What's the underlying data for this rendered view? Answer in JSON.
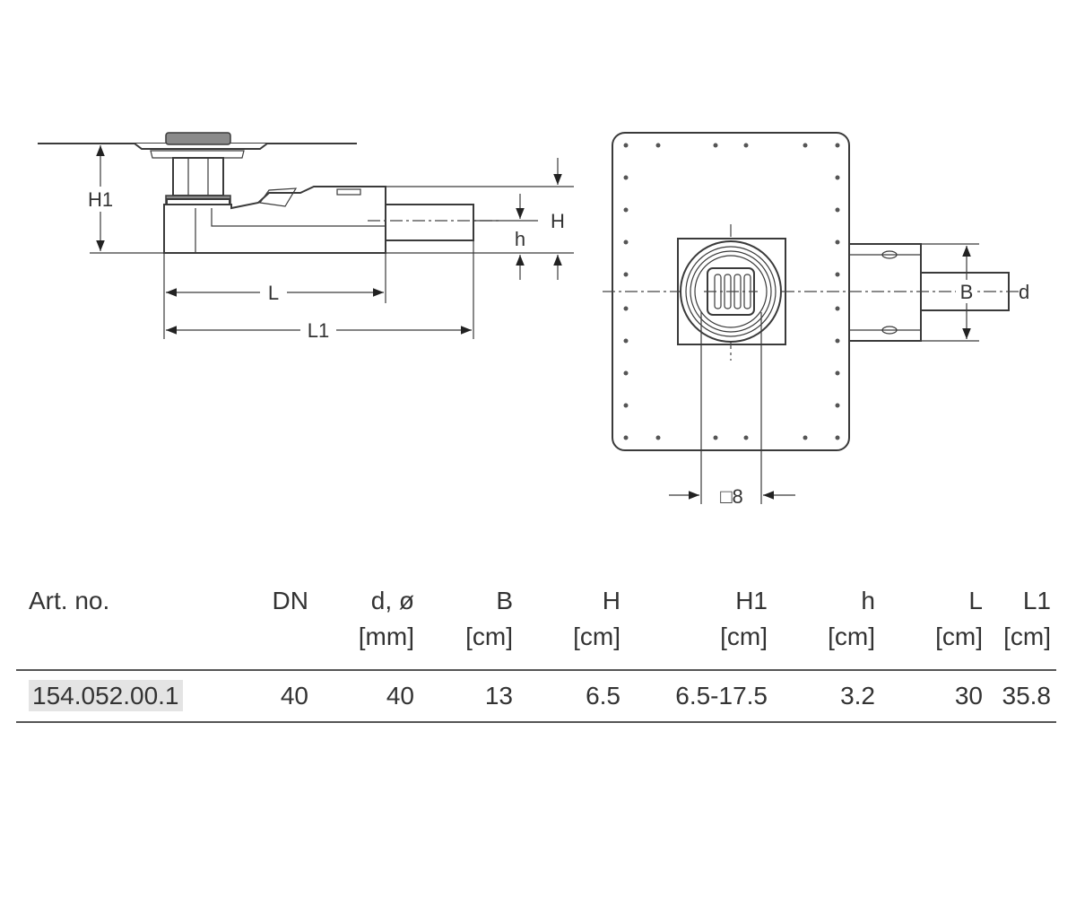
{
  "drawing": {
    "side_view": {
      "labels": {
        "H1": "H1",
        "L": "L",
        "L1": "L1",
        "H": "H",
        "h": "h"
      }
    },
    "top_view": {
      "labels": {
        "B": "B",
        "d": "d",
        "square": "□8"
      }
    }
  },
  "table": {
    "columns": [
      {
        "name": "Art. no.",
        "unit": ""
      },
      {
        "name": "DN",
        "unit": ""
      },
      {
        "name": "d, ø",
        "unit": "[mm]"
      },
      {
        "name": "B",
        "unit": "[cm]"
      },
      {
        "name": "H",
        "unit": "[cm]"
      },
      {
        "name": "H1",
        "unit": "[cm]"
      },
      {
        "name": "h",
        "unit": "[cm]"
      },
      {
        "name": "L",
        "unit": "[cm]"
      },
      {
        "name": "L1",
        "unit": "[cm]"
      }
    ],
    "rows": [
      [
        "154.052.00.1",
        "40",
        "40",
        "13",
        "6.5",
        "6.5-17.5",
        "3.2",
        "30",
        "35.8"
      ]
    ]
  }
}
